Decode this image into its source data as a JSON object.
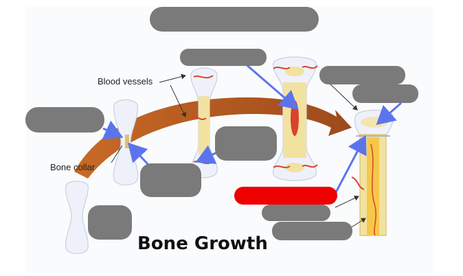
{
  "labels": {
    "blood_vessels": "Blood vessels",
    "bone_collar": "Bone collar",
    "title": "Bone Growth"
  },
  "colors": {
    "answer_box": "#7a7a7a",
    "selected_box": "#ee0000",
    "pointer_arrow": "#5b74ee",
    "growth_arrow": "#b5581f",
    "vessel": "#d9432b",
    "marrow_bone": "#f2e2a0",
    "cartilage": "#e8ecf6"
  },
  "answer_boxes": [
    {
      "id": "box-1",
      "state": "hidden"
    },
    {
      "id": "box-2",
      "state": "hidden"
    },
    {
      "id": "box-3",
      "state": "hidden"
    },
    {
      "id": "box-4",
      "state": "hidden"
    },
    {
      "id": "box-5",
      "state": "hidden"
    },
    {
      "id": "box-6",
      "state": "hidden"
    },
    {
      "id": "box-7",
      "state": "hidden"
    },
    {
      "id": "box-8",
      "state": "hidden"
    },
    {
      "id": "box-9",
      "state": "selected"
    },
    {
      "id": "box-10",
      "state": "hidden"
    },
    {
      "id": "box-11",
      "state": "hidden"
    }
  ]
}
